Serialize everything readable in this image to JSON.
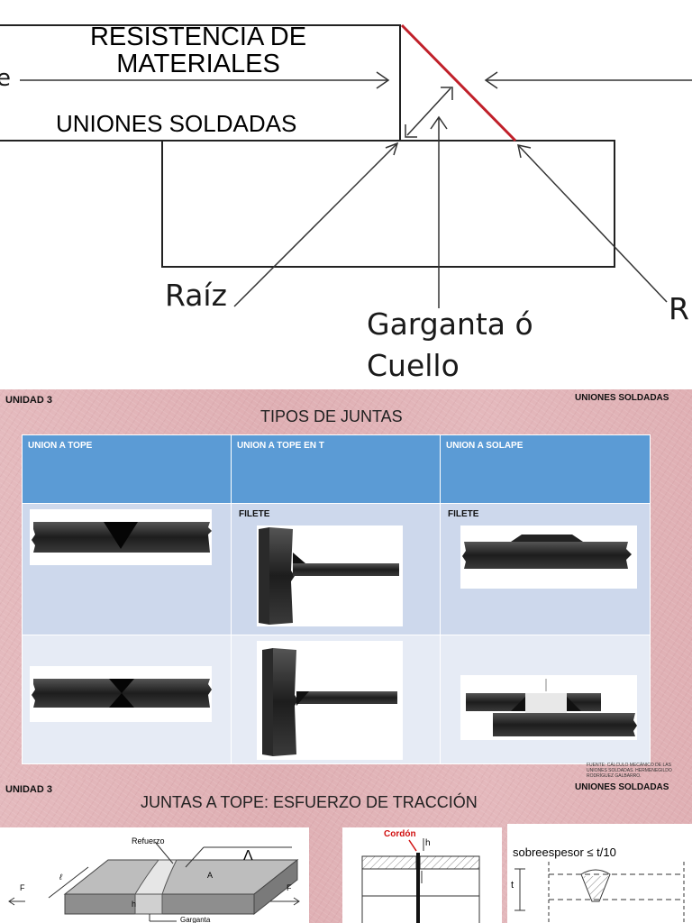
{
  "slide1": {
    "title": "RESISTENCIA DE MATERIALES",
    "title_line1": "RESISTENCIA DE",
    "title_line2": "MATERIALES",
    "subtitle": "UNIONES SOLDADAS",
    "label_left_cut": "e",
    "label_raiz": "Raíz",
    "label_garganta_1": "Garganta ó",
    "label_garganta_2": "Cuello",
    "label_right_cut": "R"
  },
  "slide2": {
    "unit": "UNIDAD 3",
    "topic": "UNIONES SOLDADAS",
    "title": "TIPOS DE JUNTAS",
    "columns": [
      "UNION A TOPE",
      "UNION A TOPE EN T",
      "UNION A SOLAPE"
    ],
    "row1_labels": [
      "",
      "FILETE",
      "FILETE"
    ],
    "source": "FUENTE: CÁLCULO MECÁNICO DE LAS UNIONES SOLDADAS. HERMENEGILDO RODRÍGUEZ GALBARRO."
  },
  "slide3": {
    "unit": "UNIDAD 3",
    "topic": "UNIONES SOLDADAS",
    "title": "JUNTAS A TOPE: ESFUERZO DE TRACCIÓN",
    "fig1_refuerzo": "Refuerzo",
    "fig1_a": "A",
    "fig1_h": "h",
    "fig1_garganta": "Garganta",
    "fig1_f_left": "F",
    "fig1_f_right": "F",
    "fig1_l": "ℓ",
    "fig2_cordon": "Cordón",
    "fig2_h": "h",
    "fig3_text": "sobreespesor  ≤ t/10",
    "fig3_t": "t"
  },
  "colors": {
    "table_header": "#5b9bd5",
    "table_row1": "#cdd8ec",
    "table_row2": "#e6ebf5",
    "slide_background": "#e2b4b8",
    "throat_line": "#c0202a"
  }
}
